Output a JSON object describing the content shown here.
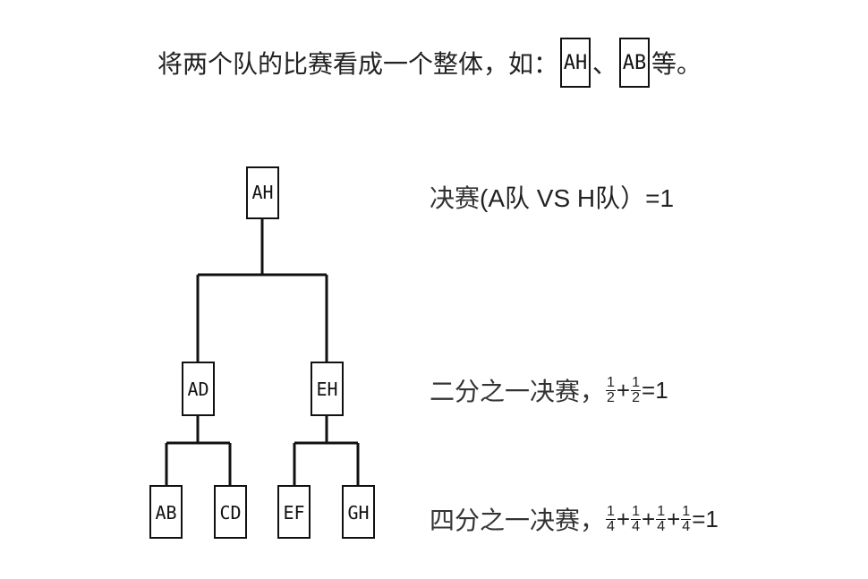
{
  "intro": {
    "text_before": "将两个队的比赛看成一个整体，如：",
    "example_boxes": [
      "AH",
      "AB"
    ],
    "separator": "、",
    "text_after": "等。"
  },
  "tree": {
    "root": "AH",
    "semis": [
      "AD",
      "EH"
    ],
    "quarters": [
      "AB",
      "CD",
      "EF",
      "GH"
    ]
  },
  "levels": {
    "final": {
      "cjk": "决赛",
      "detail": "(A队 VS H队）=1"
    },
    "semi": {
      "cjk": "二分之一决赛，",
      "fraction": {
        "num": "1",
        "den": "2"
      },
      "terms": 2,
      "result": "=1"
    },
    "quarter": {
      "cjk": "四分之一决赛，",
      "fraction": {
        "num": "1",
        "den": "4"
      },
      "terms": 4,
      "result": "=1"
    }
  }
}
